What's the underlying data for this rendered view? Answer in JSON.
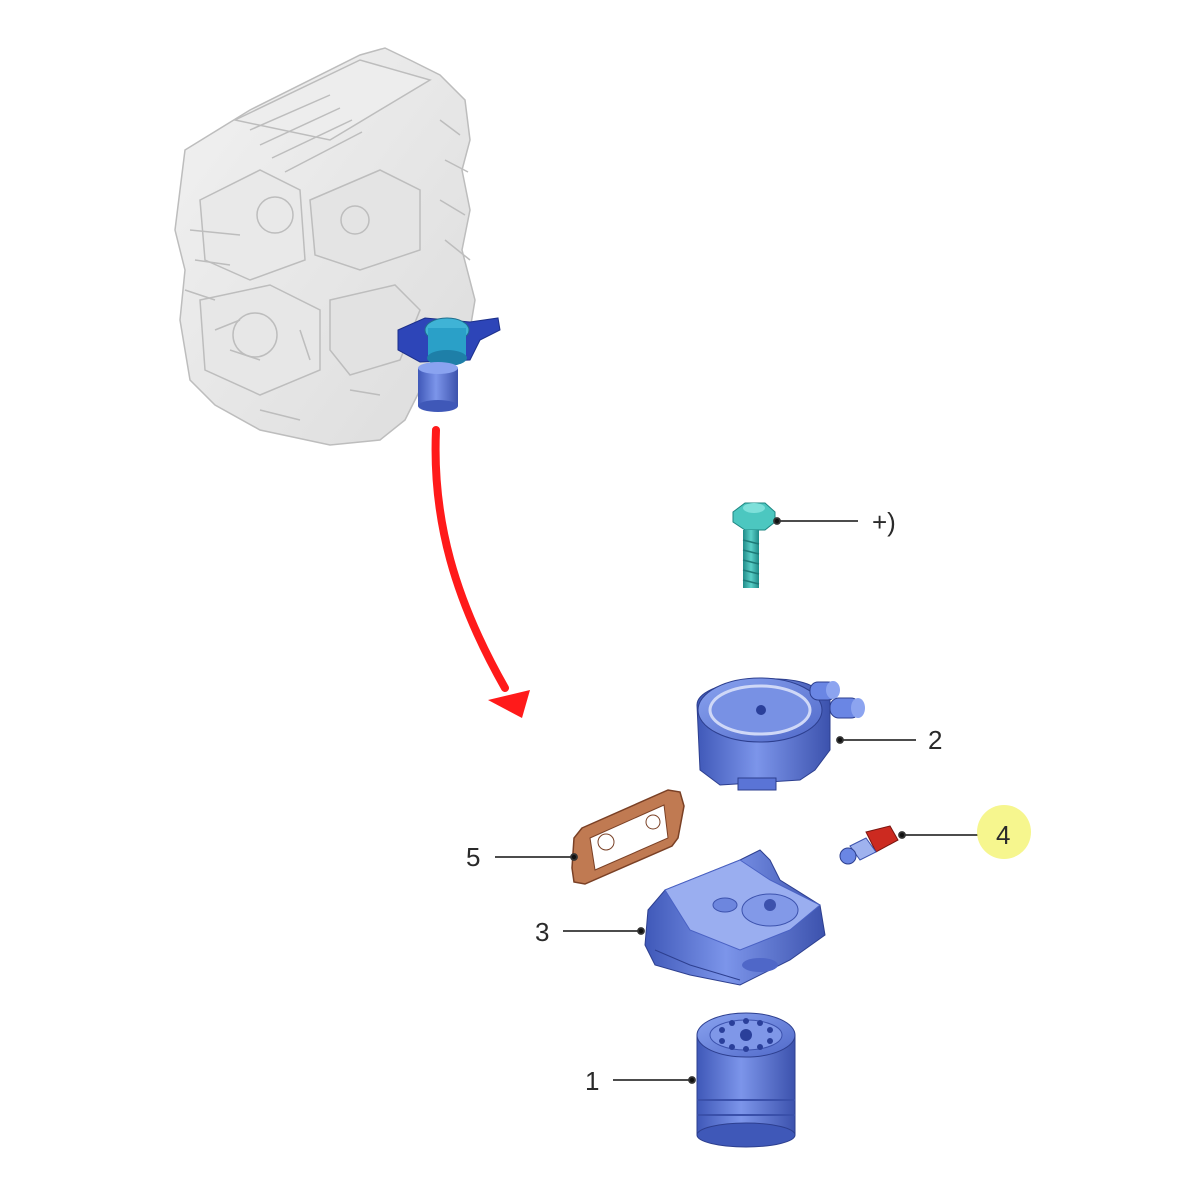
{
  "callouts": {
    "bolt": "+)",
    "part2": "2",
    "part4": "4",
    "part5": "5",
    "part3": "3",
    "part1": "1"
  },
  "highlight_color": "#f4f47a",
  "colors": {
    "arrow": "#ff1a1a",
    "part_blue": "#5a78d8",
    "bolt_teal": "#3aa9a4",
    "gasket_brown": "#b9714a",
    "sensor_red": "#cc2a20",
    "engine_gray": "#e6e6e6"
  }
}
